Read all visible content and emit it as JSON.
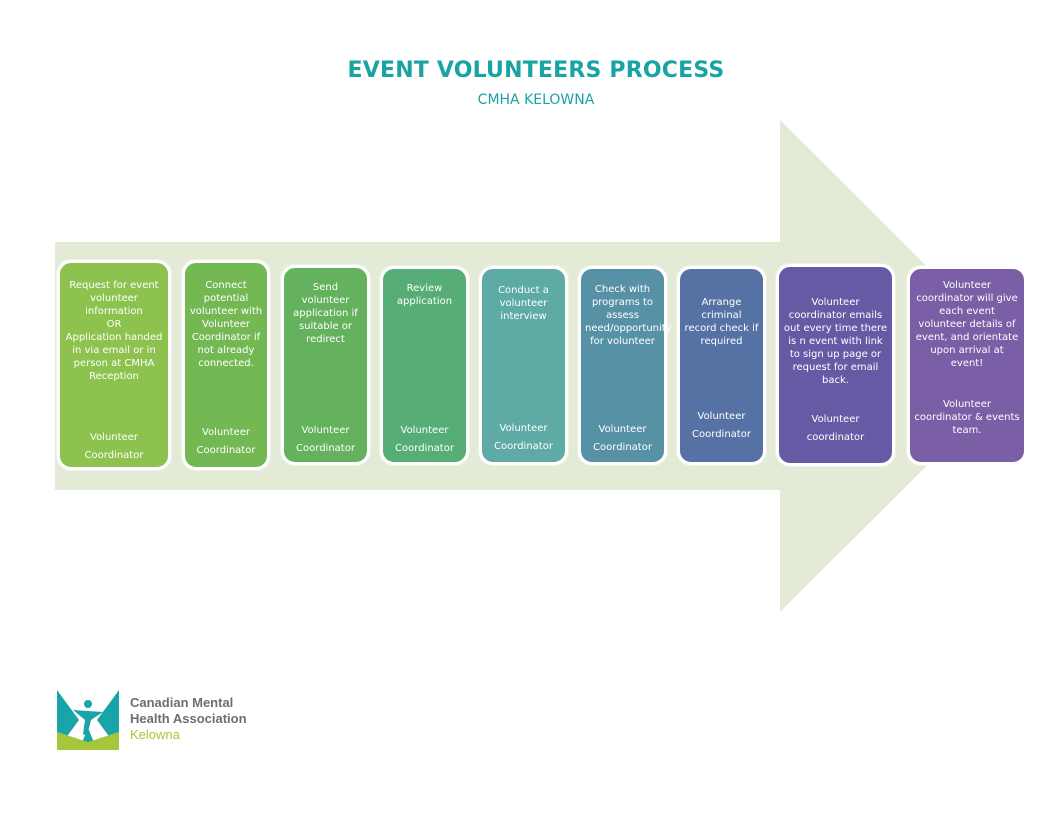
{
  "header": {
    "title": "EVENT VOLUNTEERS PROCESS",
    "subtitle": "CMHA KELOWNA"
  },
  "colors": {
    "title": "#1aa3a3",
    "arrow": "#e3ebd7"
  },
  "steps": [
    {
      "description": "Request for event volunteer information\nOR\nApplication handed in via email or in person at CMHA Reception",
      "role": "Volunteer\nCoordinator",
      "color": "#8dc24f"
    },
    {
      "description": "Connect potential volunteer with Volunteer Coordinator if not already connected.",
      "role": "Volunteer\nCoordinator",
      "color": "#74b854"
    },
    {
      "description": "Send volunteer application if suitable or redirect",
      "role": "Volunteer\nCoordinator",
      "color": "#64b25d"
    },
    {
      "description": "Review application",
      "role": "Volunteer\nCoordinator",
      "color": "#56ad76"
    },
    {
      "description": "Conduct a volunteer interview",
      "role": "Volunteer\nCoordinator",
      "color": "#5eaba5"
    },
    {
      "description": "Check with programs to assess need/opportunity for volunteer",
      "role": "Volunteer\nCoordinator",
      "color": "#5791a6"
    },
    {
      "description": "Arrange criminal record check if required",
      "role": "Volunteer\nCoordinator",
      "color": "#5672a5"
    },
    {
      "description": "Volunteer coordinator emails out every time there is n event with link to sign up page or request for email back.",
      "role": "Volunteer\ncoordinator",
      "color": "#675aa5"
    },
    {
      "description": "Volunteer\ncoordinator will give each event volunteer details of event, and orientate upon arrival at event!",
      "role": "Volunteer coordinator & events team.",
      "color": "#7a5ea6"
    }
  ],
  "footer": {
    "logo_icon": "cmha-logo-icon",
    "org_line1": "Canadian Mental",
    "org_line2": "Health Association",
    "org_location": "Kelowna"
  }
}
